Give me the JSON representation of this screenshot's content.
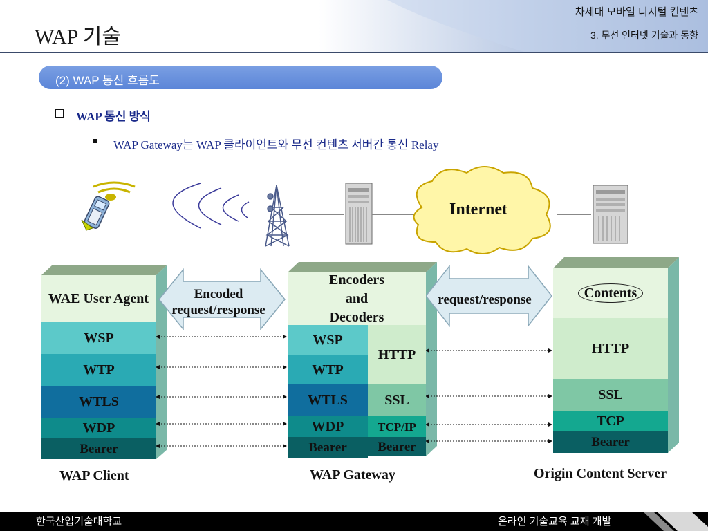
{
  "header": {
    "slide_title": "WAP 기술",
    "course_title": "차세대 모바일 디지털 컨텐츠",
    "chapter_title": "3. 무선 인터넷 기술과 동향"
  },
  "section": {
    "label": "(2) WAP 통신 흐름도"
  },
  "bullets": {
    "level1": "WAP 통신 방식",
    "level2": "WAP Gateway는 WAP 클라이언트와 무선 컨텐츠 서버간 통신 Relay"
  },
  "network": {
    "internet_label": "Internet"
  },
  "client_stack": {
    "caption": "WAP Client",
    "layers": [
      "WAE User Agent",
      "WSP",
      "WTP",
      "WTLS",
      "WDP",
      "Bearer"
    ]
  },
  "gateway_stack": {
    "caption": "WAP Gateway",
    "top_label": "Encoders and Decoders",
    "left_layers": [
      "WSP",
      "WTP",
      "WTLS",
      "WDP",
      "Bearer"
    ],
    "right_layers": [
      "HTTP",
      "SSL",
      "TCP/IP",
      "Bearer"
    ]
  },
  "server_stack": {
    "caption": "Origin Content Server",
    "layers": [
      "Contents",
      "HTTP",
      "SSL",
      "TCP",
      "Bearer"
    ]
  },
  "arrows": {
    "left_label": "Encoded request/response",
    "right_label": "request/response"
  },
  "footer": {
    "left": "한국산업기술대학교",
    "right": "온라인 기술교육 교재 개발"
  },
  "colors": {
    "banner": "#6a93de",
    "wae": "#e6f5e0",
    "wsp": "#5cc9c9",
    "wtp": "#2aaab4",
    "wtls": "#106e9e",
    "wdp": "#0e8b8b",
    "bearer": "#0a5f62",
    "http": "#cfeccc",
    "ssl": "#7fc7a5",
    "tcp": "#14a890"
  }
}
